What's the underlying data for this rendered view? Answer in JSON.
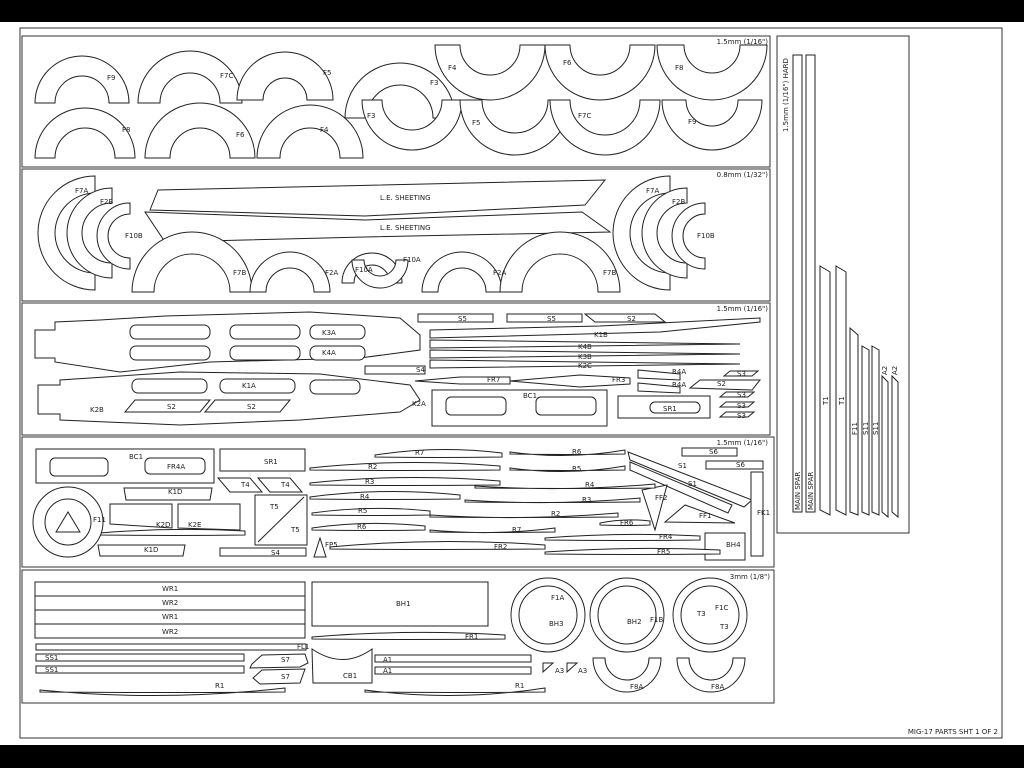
{
  "sheet": {
    "title_block": "MIG-17 PARTS SHT 1 OF 2"
  },
  "sections": [
    {
      "thickness": "1.5mm (1/16\")",
      "parts": [
        "F9",
        "F7C",
        "F5",
        "F3",
        "F4",
        "F6",
        "F8",
        "F8",
        "F6",
        "F4",
        "F3",
        "F5",
        "F7C",
        "F9"
      ]
    },
    {
      "thickness": "0.8mm (1/32\")",
      "parts": [
        "F7A",
        "F2B",
        "F10B",
        "L.E. SHEETING",
        "L.E. SHEETING",
        "F7B",
        "F2A",
        "F10A",
        "F10A",
        "F2A",
        "F7B",
        "F7A",
        "F2B",
        "F10B"
      ]
    },
    {
      "thickness": "1.5mm (1/16\")",
      "parts": [
        "K3A",
        "K4A",
        "K1A",
        "K2B",
        "S2",
        "S2",
        "K2A",
        "S5",
        "S5",
        "S2",
        "K1B",
        "K4B",
        "K3B",
        "K2C",
        "S4",
        "FR7",
        "FR3",
        "BC1",
        "R4A",
        "R4A",
        "S2",
        "S3",
        "S3",
        "S3",
        "S3",
        "SR1"
      ]
    },
    {
      "thickness": "1.5mm (1/16\")",
      "parts": [
        "BC1",
        "FR4A",
        "SR1",
        "T4",
        "T4",
        "K1D",
        "K2D",
        "K2E",
        "F11",
        "K1D",
        "T5",
        "T5",
        "S4",
        "R7",
        "R2",
        "R3",
        "R4",
        "R5",
        "R6",
        "R6",
        "R5",
        "R4",
        "R3",
        "R2",
        "R7",
        "FR2",
        "FP5",
        "S1",
        "S1",
        "S6",
        "S6",
        "FF2",
        "FF1",
        "FK1",
        "FR6",
        "FR4",
        "FR5",
        "BH4"
      ]
    },
    {
      "thickness": "3mm (1/8\")",
      "parts": [
        "WR1",
        "WR2",
        "WR1",
        "WR2",
        "BH1",
        "FR1",
        "FL1",
        "SS1",
        "SS1",
        "S7",
        "S7",
        "CB1",
        "A1",
        "A1",
        "R1",
        "R1",
        "F1A",
        "BH3",
        "F1B",
        "BH2",
        "F1C",
        "T3",
        "T3",
        "A3",
        "A3",
        "F8A",
        "F8A"
      ]
    }
  ],
  "spar_panel": {
    "thickness": "1.5mm (1/16\") HARD",
    "parts": [
      "MAIN SPAR",
      "MAIN SPAR",
      "T1",
      "T1",
      "F11",
      "S11",
      "S11",
      "A2",
      "A2"
    ]
  }
}
